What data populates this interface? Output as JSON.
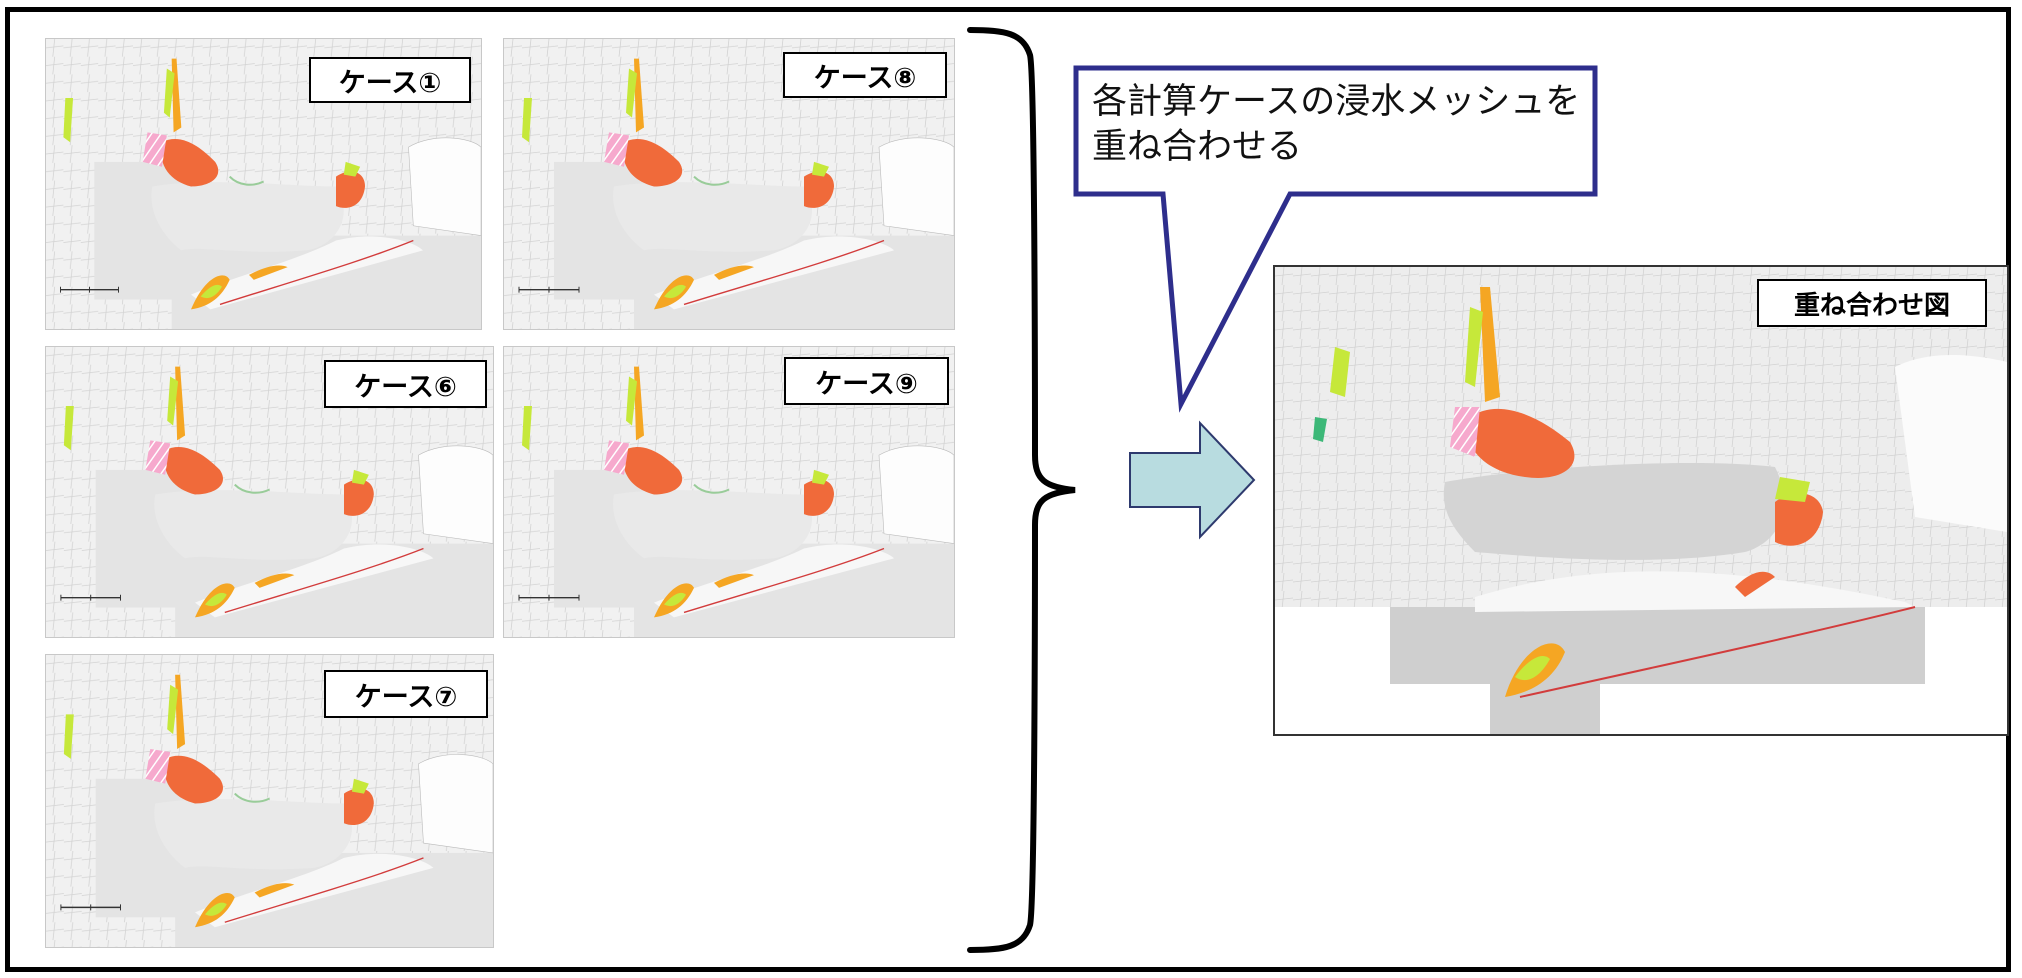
{
  "cases": [
    {
      "label": "ケース①"
    },
    {
      "label": "ケース⑧"
    },
    {
      "label": "ケース⑥"
    },
    {
      "label": "ケース⑨"
    },
    {
      "label": "ケース⑦"
    }
  ],
  "callout": {
    "line1": "各計算ケースの浸水メッシュを",
    "line2": "重ね合わせる"
  },
  "overlay": {
    "label": "重ね合わせ図"
  },
  "colors": {
    "callout_border": "#2e2e8c",
    "arrow_fill": "#b8dce0",
    "arrow_stroke": "#2e3a6e",
    "inundation_deep": "#f06a3a",
    "inundation_mid": "#f5a623",
    "inundation_shallow": "#c6e83a",
    "inundation_pink": "#f0a0c8"
  }
}
